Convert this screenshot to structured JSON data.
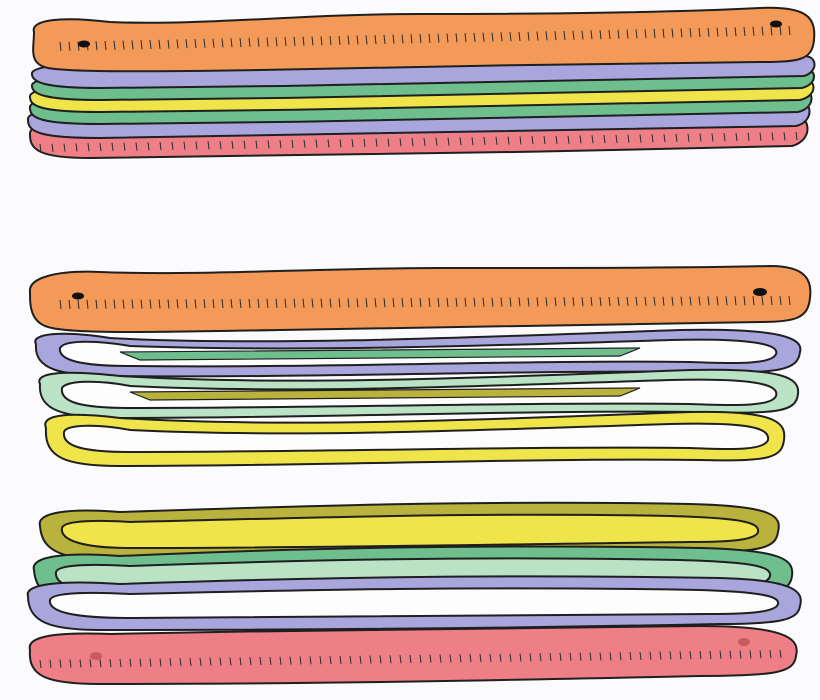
{
  "figure": {
    "description_text": "",
    "colors": {
      "orange": "#f39a58",
      "lavender": "#a8a6dc",
      "green": "#6fbf8e",
      "pale_green": "#b9e3c4",
      "yellow": "#efe54a",
      "olive": "#b9b23c",
      "pink": "#ef7f86",
      "white": "#ffffff",
      "outline": "#1f1f1f"
    },
    "panels": [
      {
        "name": "assembled-stack",
        "layers": [
          "orange",
          "lavender",
          "green",
          "yellow",
          "green",
          "lavender",
          "pink"
        ]
      },
      {
        "name": "exploded-top-half",
        "layers": [
          "orange",
          "lavender",
          "pale_green",
          "yellow"
        ]
      },
      {
        "name": "exploded-bottom-half",
        "layers": [
          "olive",
          "green",
          "lavender",
          "pink"
        ]
      }
    ]
  }
}
